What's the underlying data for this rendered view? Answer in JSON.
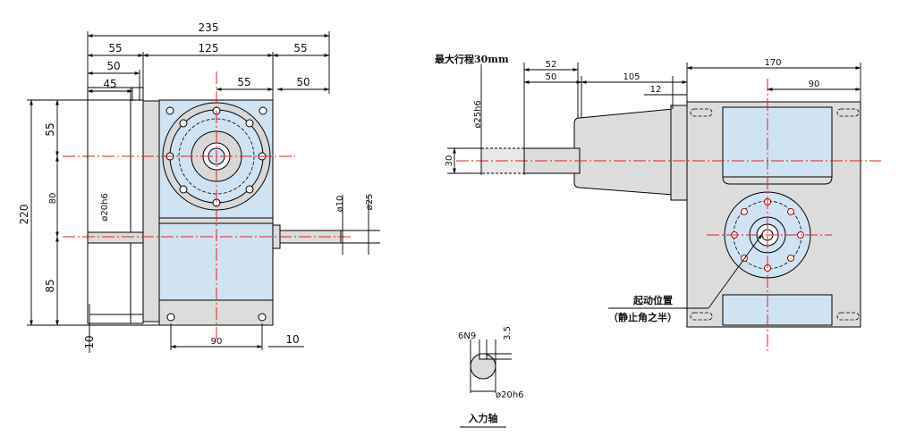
{
  "colors": {
    "housing_fill": "#dcdcdc",
    "face_fill": "#cfe3f3",
    "centerline": "#e02020",
    "line": "#000000"
  },
  "left_view": {
    "dims": {
      "overall_width": "235",
      "left_overhang": "55",
      "body_width": "125",
      "right_overhang": "55",
      "stub_50": "50",
      "stub_45": "45",
      "flange_55": "55",
      "right_50": "50",
      "height_220": "220",
      "upper_55": "55",
      "mid_80": "80",
      "lower_85": "85",
      "foot_10_left": "10",
      "foot_90": "90",
      "foot_10_right": "10",
      "shaft_dia": "ø20h6",
      "shaft_dia_10": "ø10",
      "shaft_dia_25": "ø25"
    }
  },
  "right_view": {
    "stroke_label": "最大行程30mm",
    "dims": {
      "d52": "52",
      "d50": "50",
      "d105": "105",
      "d12": "12",
      "d170": "170",
      "d90": "90",
      "dia_25h6": "ø25h6",
      "d30": "30"
    },
    "start_label": "起动位置",
    "start_note": "（静止角之半）"
  },
  "keyway_view": {
    "d6n9": "6N9",
    "d35": "3.5",
    "dia": "ø20h6",
    "caption": "入力轴"
  }
}
